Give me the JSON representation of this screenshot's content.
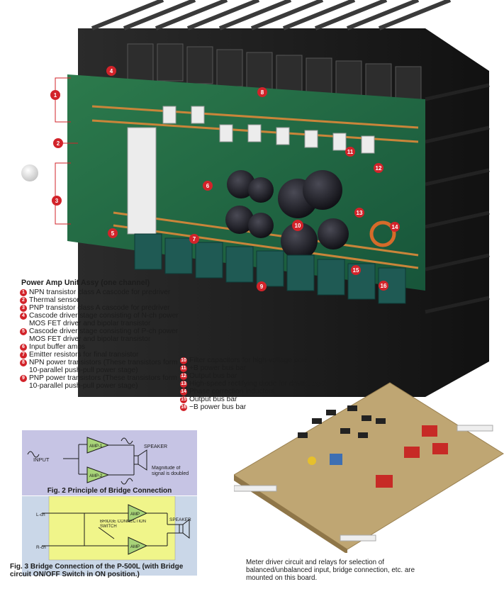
{
  "legend": {
    "title": "Power Amp Unit Assy (one channel)",
    "items": [
      {
        "n": "1",
        "text": "NPN transistor class A cascode for predriver"
      },
      {
        "n": "2",
        "text": "Thermal sensor"
      },
      {
        "n": "3",
        "text": "PNP transistor class A cascode for predriver"
      },
      {
        "n": "4",
        "text": "Cascode driver stage consisting of N-ch power MOS FET driver and bipolar transistor"
      },
      {
        "n": "5",
        "text": "Cascode driver stage consisting of P-ch power MOS FET driver and bipolar transistor"
      },
      {
        "n": "6",
        "text": "Input buffer amps"
      },
      {
        "n": "7",
        "text": "Emitter resistors for final transistor"
      },
      {
        "n": "8",
        "text": "NPN power transistors (These transistors form 10-parallel push-pull power stage)"
      },
      {
        "n": "9",
        "text": "PNP power transistors (These transistors form 10-parallel push-pull power stage)"
      }
    ],
    "items2": [
      {
        "n": "10",
        "text": "Filter capacitors for high-voltage power supply"
      },
      {
        "n": "11",
        "text": "+B power bus bar"
      },
      {
        "n": "12",
        "text": "Output bus bar"
      },
      {
        "n": "13",
        "text": "High-speed rectifying diode for drive stage"
      },
      {
        "n": "14",
        "text": "Phase correction inductors"
      },
      {
        "n": "15",
        "text": "Output bus bar"
      },
      {
        "n": "16",
        "text": "−B power bus bar"
      }
    ]
  },
  "fig2": {
    "caption": "Fig. 2 Principle of Bridge Connection",
    "input_label": "INPUT",
    "amp1": "AMP-1",
    "amp2": "AMP-2",
    "speaker": "SPEAKER",
    "note": "Magnitude of signal is doubled"
  },
  "fig3": {
    "caption": "Fig. 3 Bridge Connection of the P-500L (with Bridge circuit ON/OFF Switch in ON position.)",
    "lch": "L-ch",
    "rch": "R-ch",
    "amp": "AMP",
    "switch": "BRIDGE CONNECTION SWITCH",
    "speaker": "SPEAKER"
  },
  "board_caption": "Meter driver circuit and relays for selection of balanced/unbalanced input, bridge connection, etc. are mounted on this board.",
  "colors": {
    "callout": "#d2232a",
    "fig2_bg": "#c6c4e4",
    "fig3_bg": "#cad7e8",
    "pcb": "#1f6b40"
  }
}
